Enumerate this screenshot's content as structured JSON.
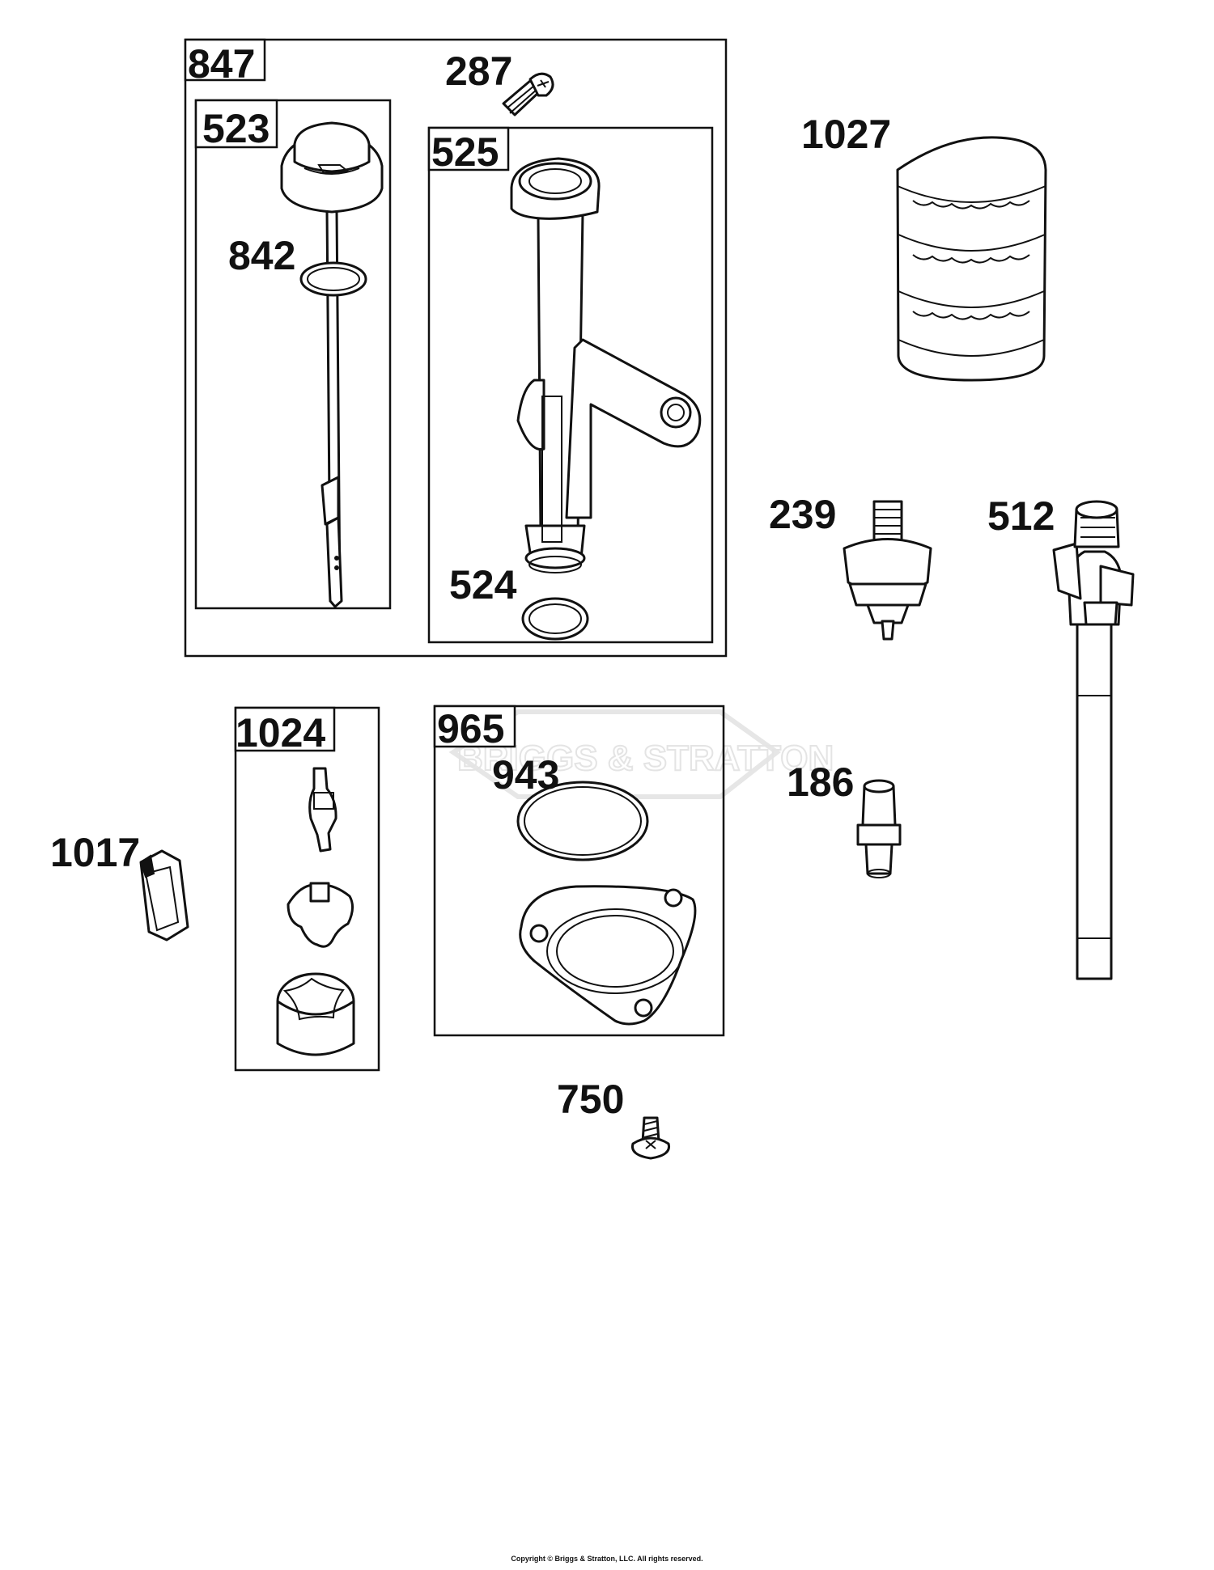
{
  "watermark": {
    "text": "BRIGGS & STRATTON"
  },
  "kits": {
    "k847": "847",
    "k523": "523",
    "k525": "525",
    "k1024": "1024",
    "k965": "965"
  },
  "callouts": {
    "c287": "287",
    "c842": "842",
    "c524": "524",
    "c1027": "1027",
    "c239": "239",
    "c512": "512",
    "c943": "943",
    "c186": "186",
    "c1017": "1017",
    "c750": "750"
  },
  "footer": {
    "copyright": "Copyright © Briggs & Stratton, LLC. All rights reserved."
  }
}
